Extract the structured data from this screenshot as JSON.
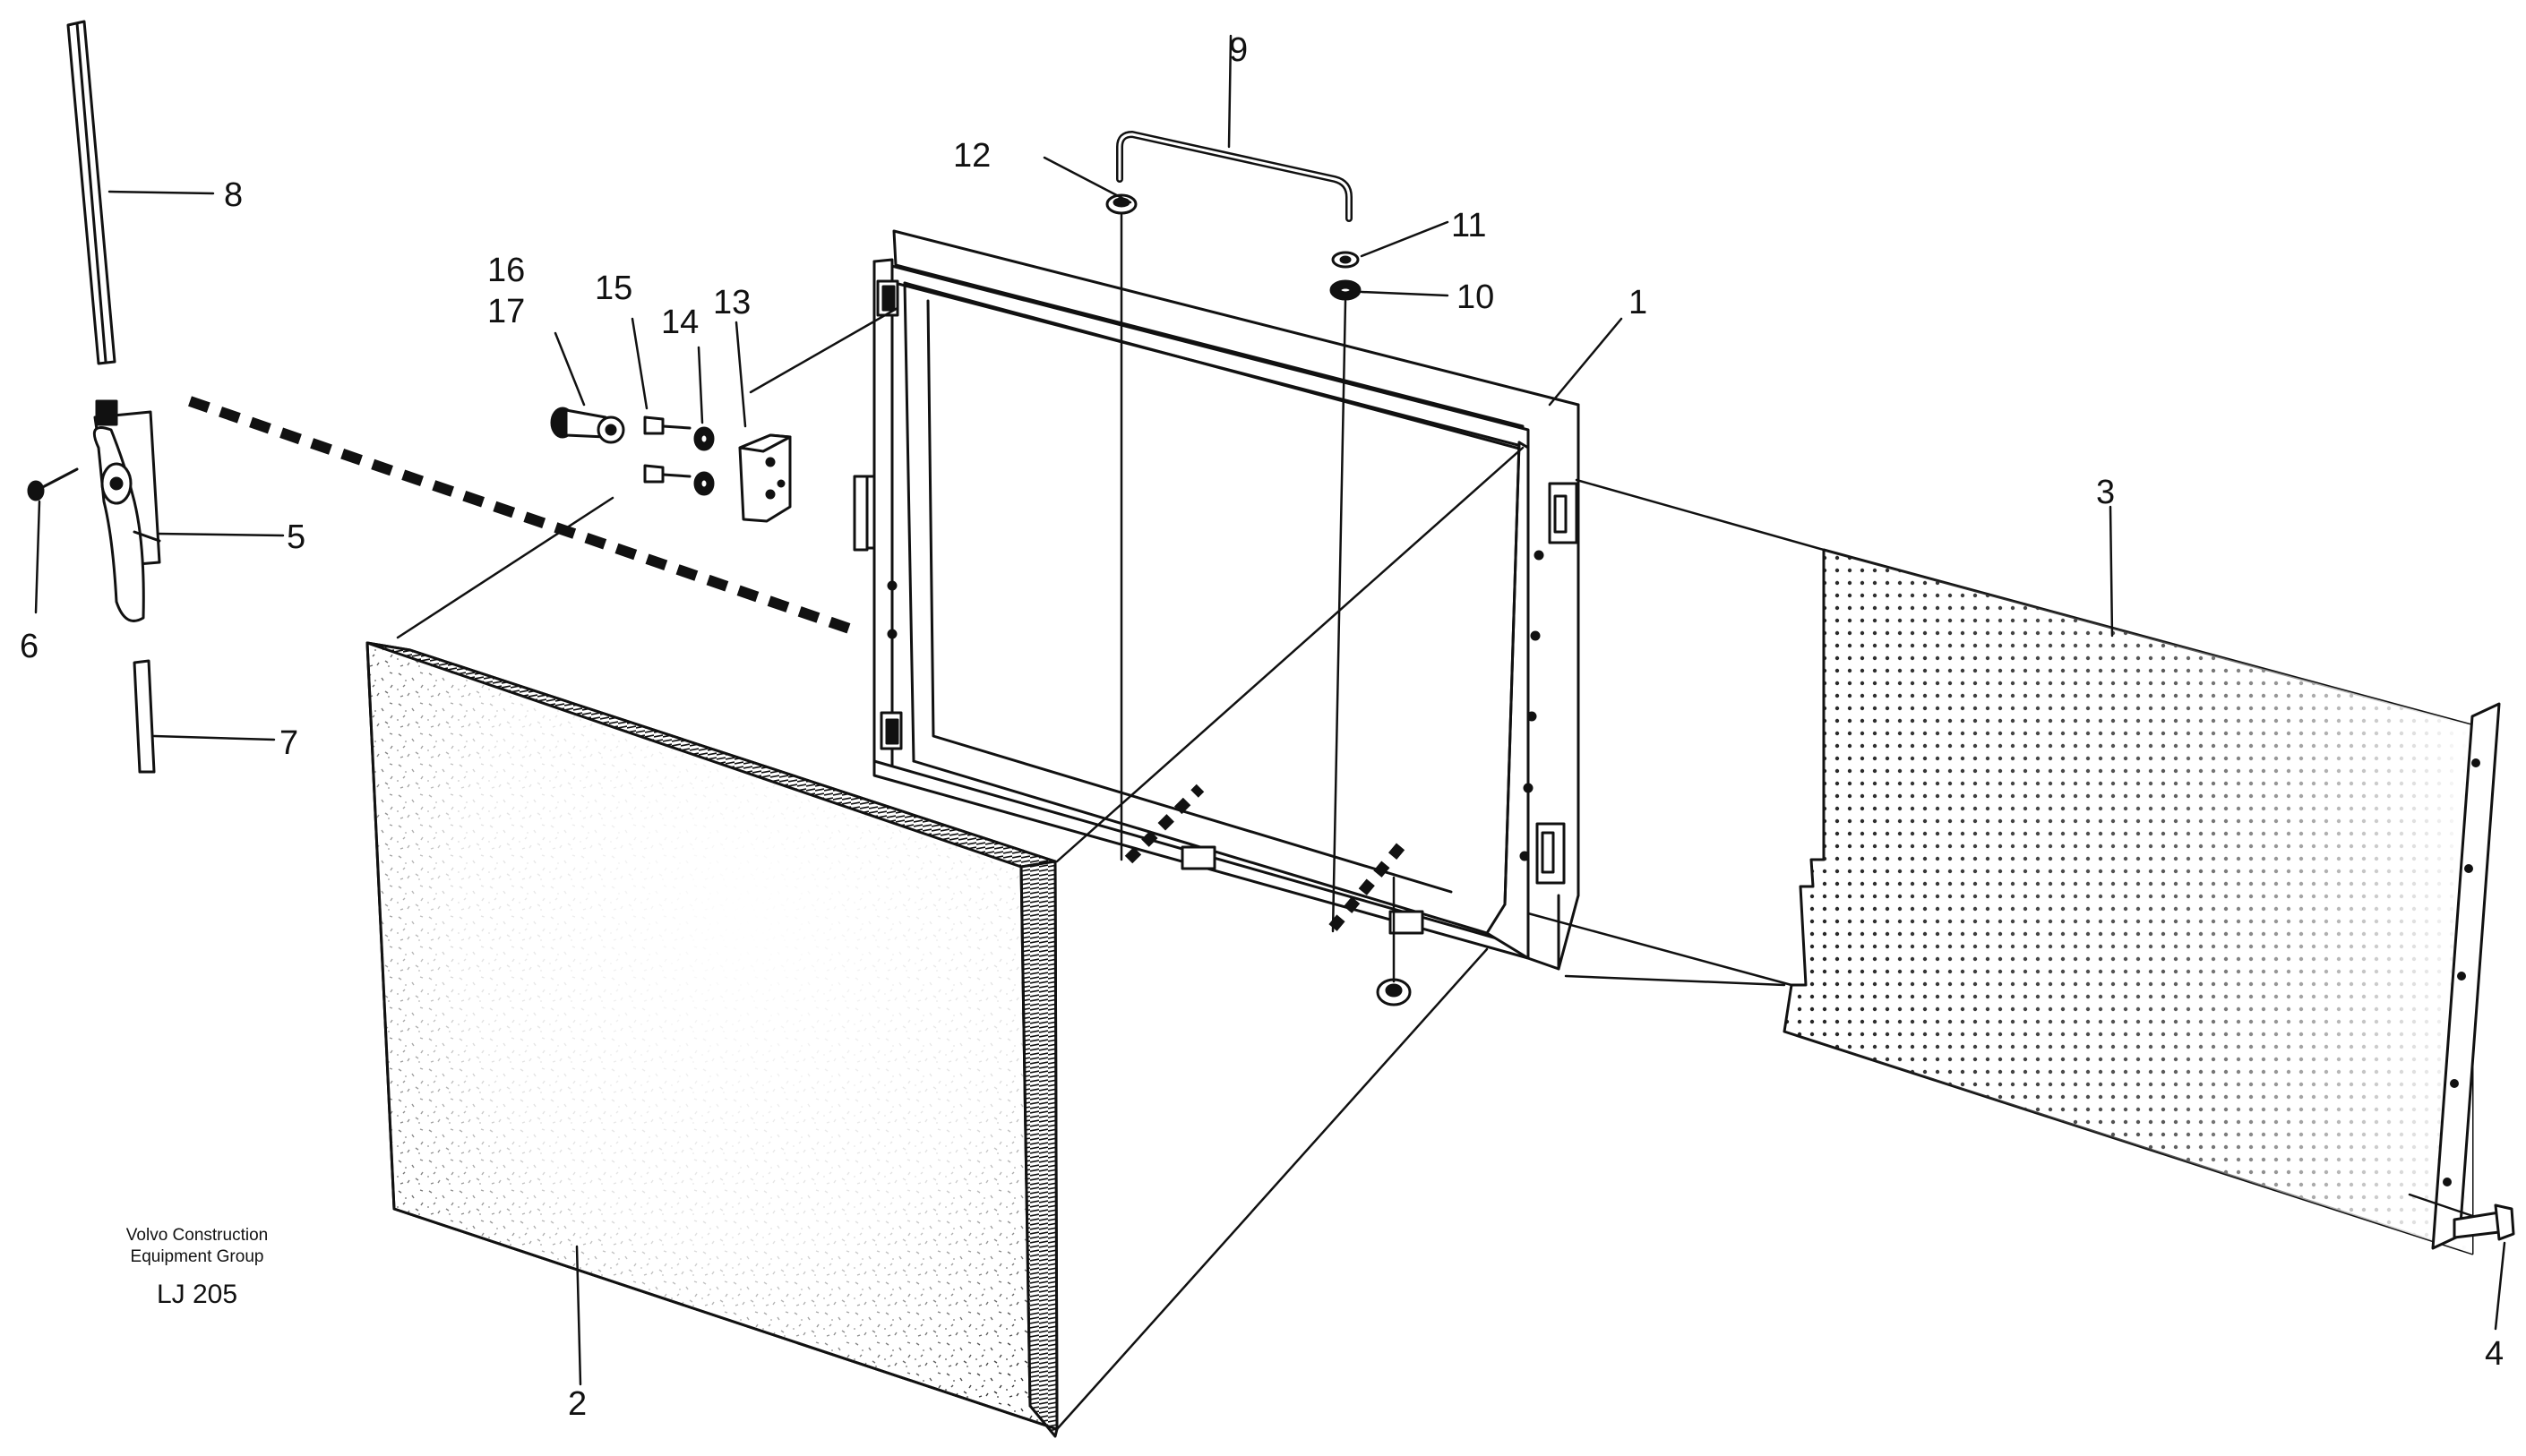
{
  "callouts": {
    "c1": "1",
    "c2": "2",
    "c3": "3",
    "c4": "4",
    "c5": "5",
    "c6": "6",
    "c7": "7",
    "c8": "8",
    "c9": "9",
    "c10": "10",
    "c11": "11",
    "c12": "12",
    "c13": "13",
    "c14": "14",
    "c15": "15",
    "c16": "16",
    "c17": "17"
  },
  "caption": {
    "line1": "Volvo Construction",
    "line2": "Equipment Group",
    "code": "LJ 205"
  },
  "colors": {
    "ink": "#111111",
    "paper": "#ffffff"
  }
}
